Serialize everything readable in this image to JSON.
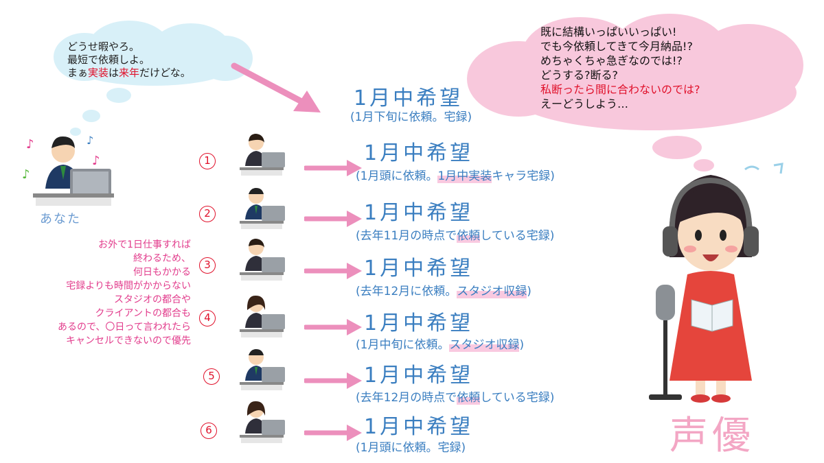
{
  "you_thought": {
    "line1": "どうせ暇やろ。",
    "line2": "最短で依頼しよ。",
    "line3_pre": "まぁ",
    "line3_red1": "実装",
    "line3_mid": "は",
    "line3_red2": "来年",
    "line3_post": "だけどな。"
  },
  "va_thought": {
    "line1": "既に結構いっぱいいっぱい!",
    "line2": "でも今依頼してきて今月納品!?",
    "line3": "めちゃくちゃ急ぎなのでは!?",
    "line4": "どうする?断る?",
    "line5": "私断ったら間に合わないのでは?",
    "line6": "えーどうしよう…"
  },
  "you_label": "あなた",
  "reason_lines": [
    "お外で1日仕事すれば",
    "終わるため、",
    "何日もかかる",
    "宅録よりも時間がかからない",
    "スタジオの都合や",
    "クライアントの都合も",
    "あるので、〇日って言われたら",
    "キャンセルできないので優先"
  ],
  "top_request": {
    "title": "1月中希望",
    "sub": "(1月下旬に依頼。宅録)"
  },
  "rows": [
    {
      "num": "1",
      "title": "1月中希望",
      "sub_a": "(1月頭に依頼。",
      "sub_hl": "1月中実装",
      "sub_b": "キャラ宅録)"
    },
    {
      "num": "2",
      "title": "1月中希望",
      "sub_a": "(去年11月の時点で",
      "sub_hl": "依頼",
      "sub_b": "している宅録)"
    },
    {
      "num": "3",
      "title": "1月中希望",
      "sub_a": "(去年12月に依頼。",
      "sub_hl": "スタジオ収録",
      "sub_b": ")"
    },
    {
      "num": "4",
      "title": "1月中希望",
      "sub_a": "(1月中旬に依頼。",
      "sub_hl": "スタジオ収録",
      "sub_b": ")"
    },
    {
      "num": "5",
      "title": "1月中希望",
      "sub_a": "(去年12月の時点で",
      "sub_hl": "依頼",
      "sub_b": "している宅録)"
    },
    {
      "num": "6",
      "title": "1月中希望",
      "sub_a": "(1月頭に依頼。宅録)",
      "sub_hl": "",
      "sub_b": ""
    }
  ],
  "va_label": "声優",
  "colors": {
    "blue_text": "#3a7ec0",
    "pink_arrow": "#ec8fbc",
    "red": "#e0102a",
    "pink_text": "#e23c8c",
    "cloud_blue": "#d8f0f8",
    "cloud_pink": "#f8c8dc"
  }
}
